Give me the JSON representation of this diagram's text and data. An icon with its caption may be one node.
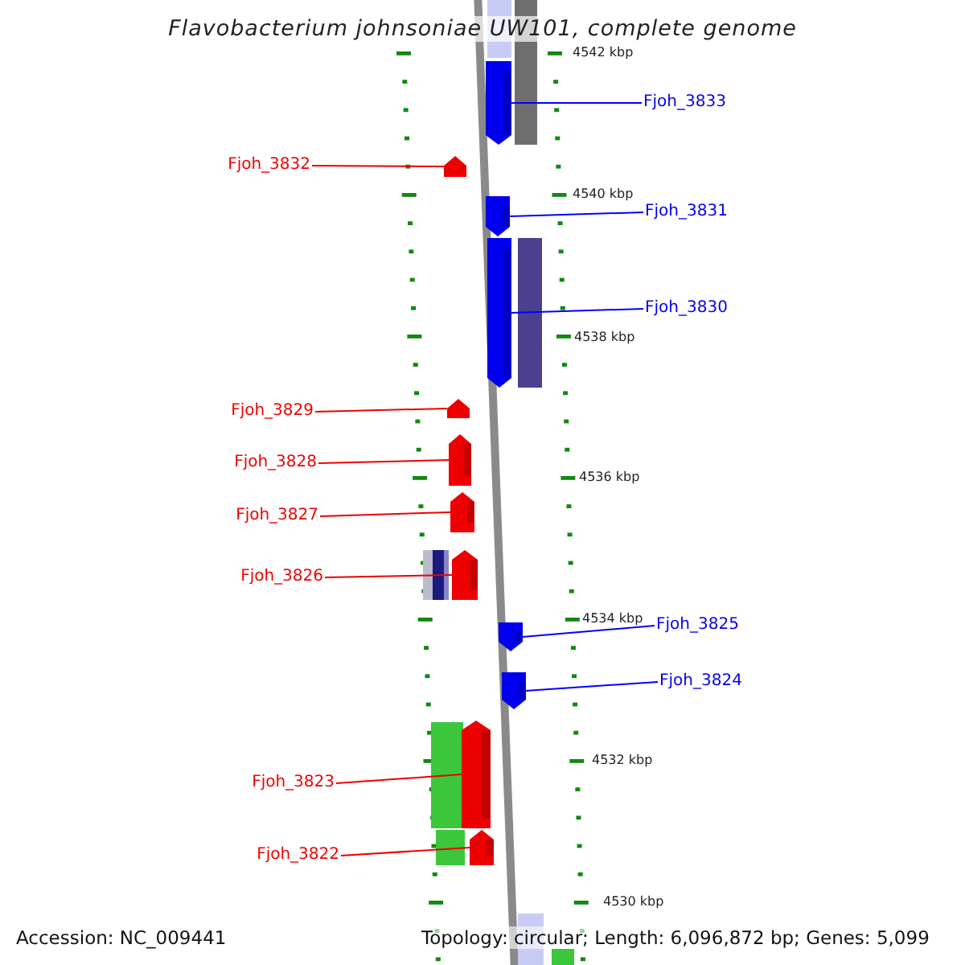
{
  "diagram": {
    "title": "Flavobacterium johnsoniae UW101, complete genome",
    "nodes": [
      {
        "text": [
          "Fjoh_3833"
        ]
      },
      {
        "text": [],
        "shape": "bar"
      },
      {
        "text": [
          "Fjoh_3832"
        ]
      },
      {
        "text": [],
        "shape": "bar"
      },
      {
        "text": [
          "Fjoh_3831"
        ]
      },
      {
        "text": [],
        "shape": "bar"
      },
      {
        "text": [
          "Fjoh_3830"
        ]
      },
      {
        "text": [],
        "shape": "bar"
      },
      {
        "text": [
          "Fjoh_3829"
        ]
      },
      {
        "text": [],
        "shape": "bar"
      },
      {
        "text": [
          "Fjoh_3828"
        ]
      },
      {
        "text": [],
        "shape": "bar"
      },
      {
        "text": [
          "Fjoh_3827"
        ]
      },
      {
        "text": [],
        "shape": "bar"
      },
      {
        "text": [
          "Fjoh_3826"
        ]
      },
      {
        "text": [],
        "shape": "bar"
      },
      {
        "text": [
          "Fjoh_3825"
        ]
      },
      {
        "text": [],
        "shape": "bar"
      },
      {
        "text": [
          "Fjoh_3824"
        ]
      },
      {
        "text": [],
        "shape": "bar"
      },
      {
        "text": [
          "Fjoh_3823"
        ]
      },
      {
        "text": [],
        "shape": "bar"
      },
      {
        "text": [
          "Fjoh_3822"
        ]
      },
      {
        "text": [],
        "shape": "bar"
      }
    ],
    "edges": [
      {
        "from": 0,
        "to": 1,
        "arrow": "none",
        "color": "#0000ff"
      },
      {
        "from": 2,
        "to": 3,
        "arrow": "none"
      },
      {
        "from": 4,
        "to": 5,
        "arrow": "none",
        "color": "#0000ff"
      },
      {
        "from": 6,
        "to": 7,
        "arrow": "none",
        "color": "#0000ff"
      },
      {
        "from": 8,
        "to": 9,
        "arrow": "none"
      },
      {
        "from": 10,
        "to": 11,
        "arrow": "none"
      },
      {
        "from": 12,
        "to": 13,
        "arrow": "none"
      },
      {
        "from": 14,
        "to": 15,
        "arrow": "none"
      },
      {
        "from": 16,
        "to": 17,
        "arrow": "none",
        "color": "#0000ff"
      },
      {
        "from": 18,
        "to": 19,
        "arrow": "none",
        "color": "#0000ff"
      },
      {
        "from": 20,
        "to": 21,
        "arrow": "none"
      },
      {
        "from": 22,
        "to": 23,
        "arrow": "none"
      }
    ],
    "labels": [
      "4542 kbp",
      "4540 kbp",
      "4538 kbp",
      "4536 kbp",
      "4534 kbp",
      "4532 kbp",
      "4530 kbp",
      "Accession: NC_009441",
      "Topology: circular; Length: 6,096,872 bp; Genes: 5,099"
    ]
  }
}
